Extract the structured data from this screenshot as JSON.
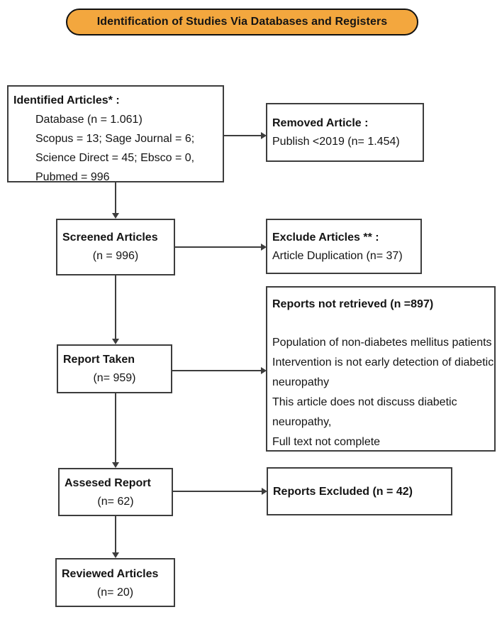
{
  "title": "Identification of Studies Via Databases and Registers",
  "colors": {
    "title_fill": "#F3A73E",
    "title_border": "#111111",
    "box_border": "#3D3D3D",
    "arrow": "#3D3D3D",
    "text": "#141414",
    "background": "#FFFFFF"
  },
  "boxes": {
    "identified": {
      "heading": "Identified Articles* :",
      "lines": [
        "Database (n = 1.061)",
        "Scopus = 13; Sage Journal = 6;",
        "Science Direct = 45; Ebsco = 0,",
        "Pubmed = 996"
      ]
    },
    "removed": {
      "heading": "Removed Article :",
      "line": "Publish <2019 (n= 1.454)"
    },
    "screened": {
      "heading": "Screened Articles",
      "count": "(n = 996)"
    },
    "exclude": {
      "heading": "Exclude Articles ** :",
      "line": "Article Duplication (n= 37)"
    },
    "report_taken": {
      "heading": "Report Taken",
      "count": "(n= 959)"
    },
    "not_retrieved": {
      "heading": "Reports not retrieved (n =897)",
      "lines": [
        "Population of non-diabetes mellitus patients",
        "Intervention is not early detection of diabetic neuropathy",
        "This article does not discuss diabetic neuropathy,",
        "Full text not complete"
      ]
    },
    "assesed": {
      "heading": "Assesed Report",
      "count": "(n= 62)"
    },
    "reports_excluded": {
      "heading": "Reports Excluded (n = 42)"
    },
    "reviewed": {
      "heading": "Reviewed Articles",
      "count": "(n= 20)"
    }
  }
}
